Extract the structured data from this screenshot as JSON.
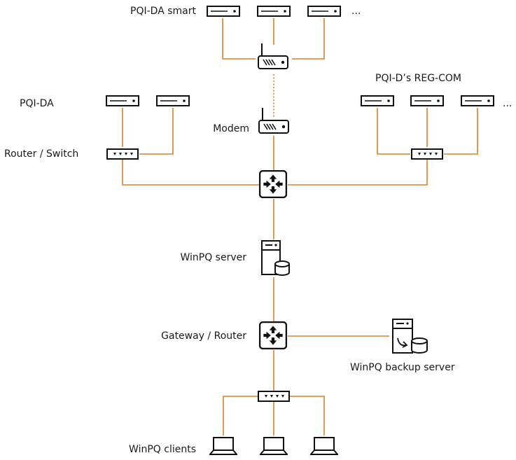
{
  "labels": {
    "pqi_da_smart": "PQI-DA smart",
    "pqi_da_smart_more": "...",
    "pqi_da": "PQI-DA",
    "router_switch": "Router / Switch",
    "modem": "Modem",
    "reg_com": "PQI-D’s REG-COM",
    "reg_com_more": "...",
    "winpq_server": "WinPQ server",
    "gateway_router": "Gateway / Router",
    "winpq_backup_server": "WinPQ backup server",
    "winpq_clients": "WinPQ clients"
  },
  "colors": {
    "link": "#d9822b",
    "wireless_link": "#d9822b",
    "icon_stroke": "#111111",
    "icon_fill": "#ffffff"
  },
  "icons": [
    "device-icon",
    "router-icon",
    "modem-icon",
    "switch-icon",
    "network-router-icon",
    "server-database-icon",
    "backup-server-icon",
    "laptop-icon"
  ]
}
